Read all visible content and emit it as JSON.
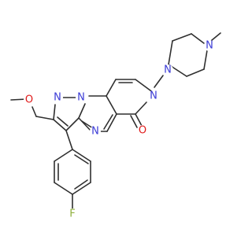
{
  "atoms": {
    "n_pyrazole_1": {
      "label": "N",
      "color": "#3b3bd6"
    },
    "n_pyrazole_2": {
      "label": "N",
      "color": "#3b3bd6"
    },
    "n_pyrimidine": {
      "label": "N",
      "color": "#3b3bd6"
    },
    "n_pyridone": {
      "label": "N",
      "color": "#3b3bd6"
    },
    "n_piperazine_1": {
      "label": "N",
      "color": "#3b3bd6"
    },
    "n_piperazine_2": {
      "label": "N",
      "color": "#3b3bd6"
    },
    "o_ether": {
      "label": "O",
      "color": "#e01a1a"
    },
    "o_carbonyl": {
      "label": "O",
      "color": "#e01a1a"
    },
    "f_aryl": {
      "label": "F",
      "color": "#8fb03c"
    }
  }
}
